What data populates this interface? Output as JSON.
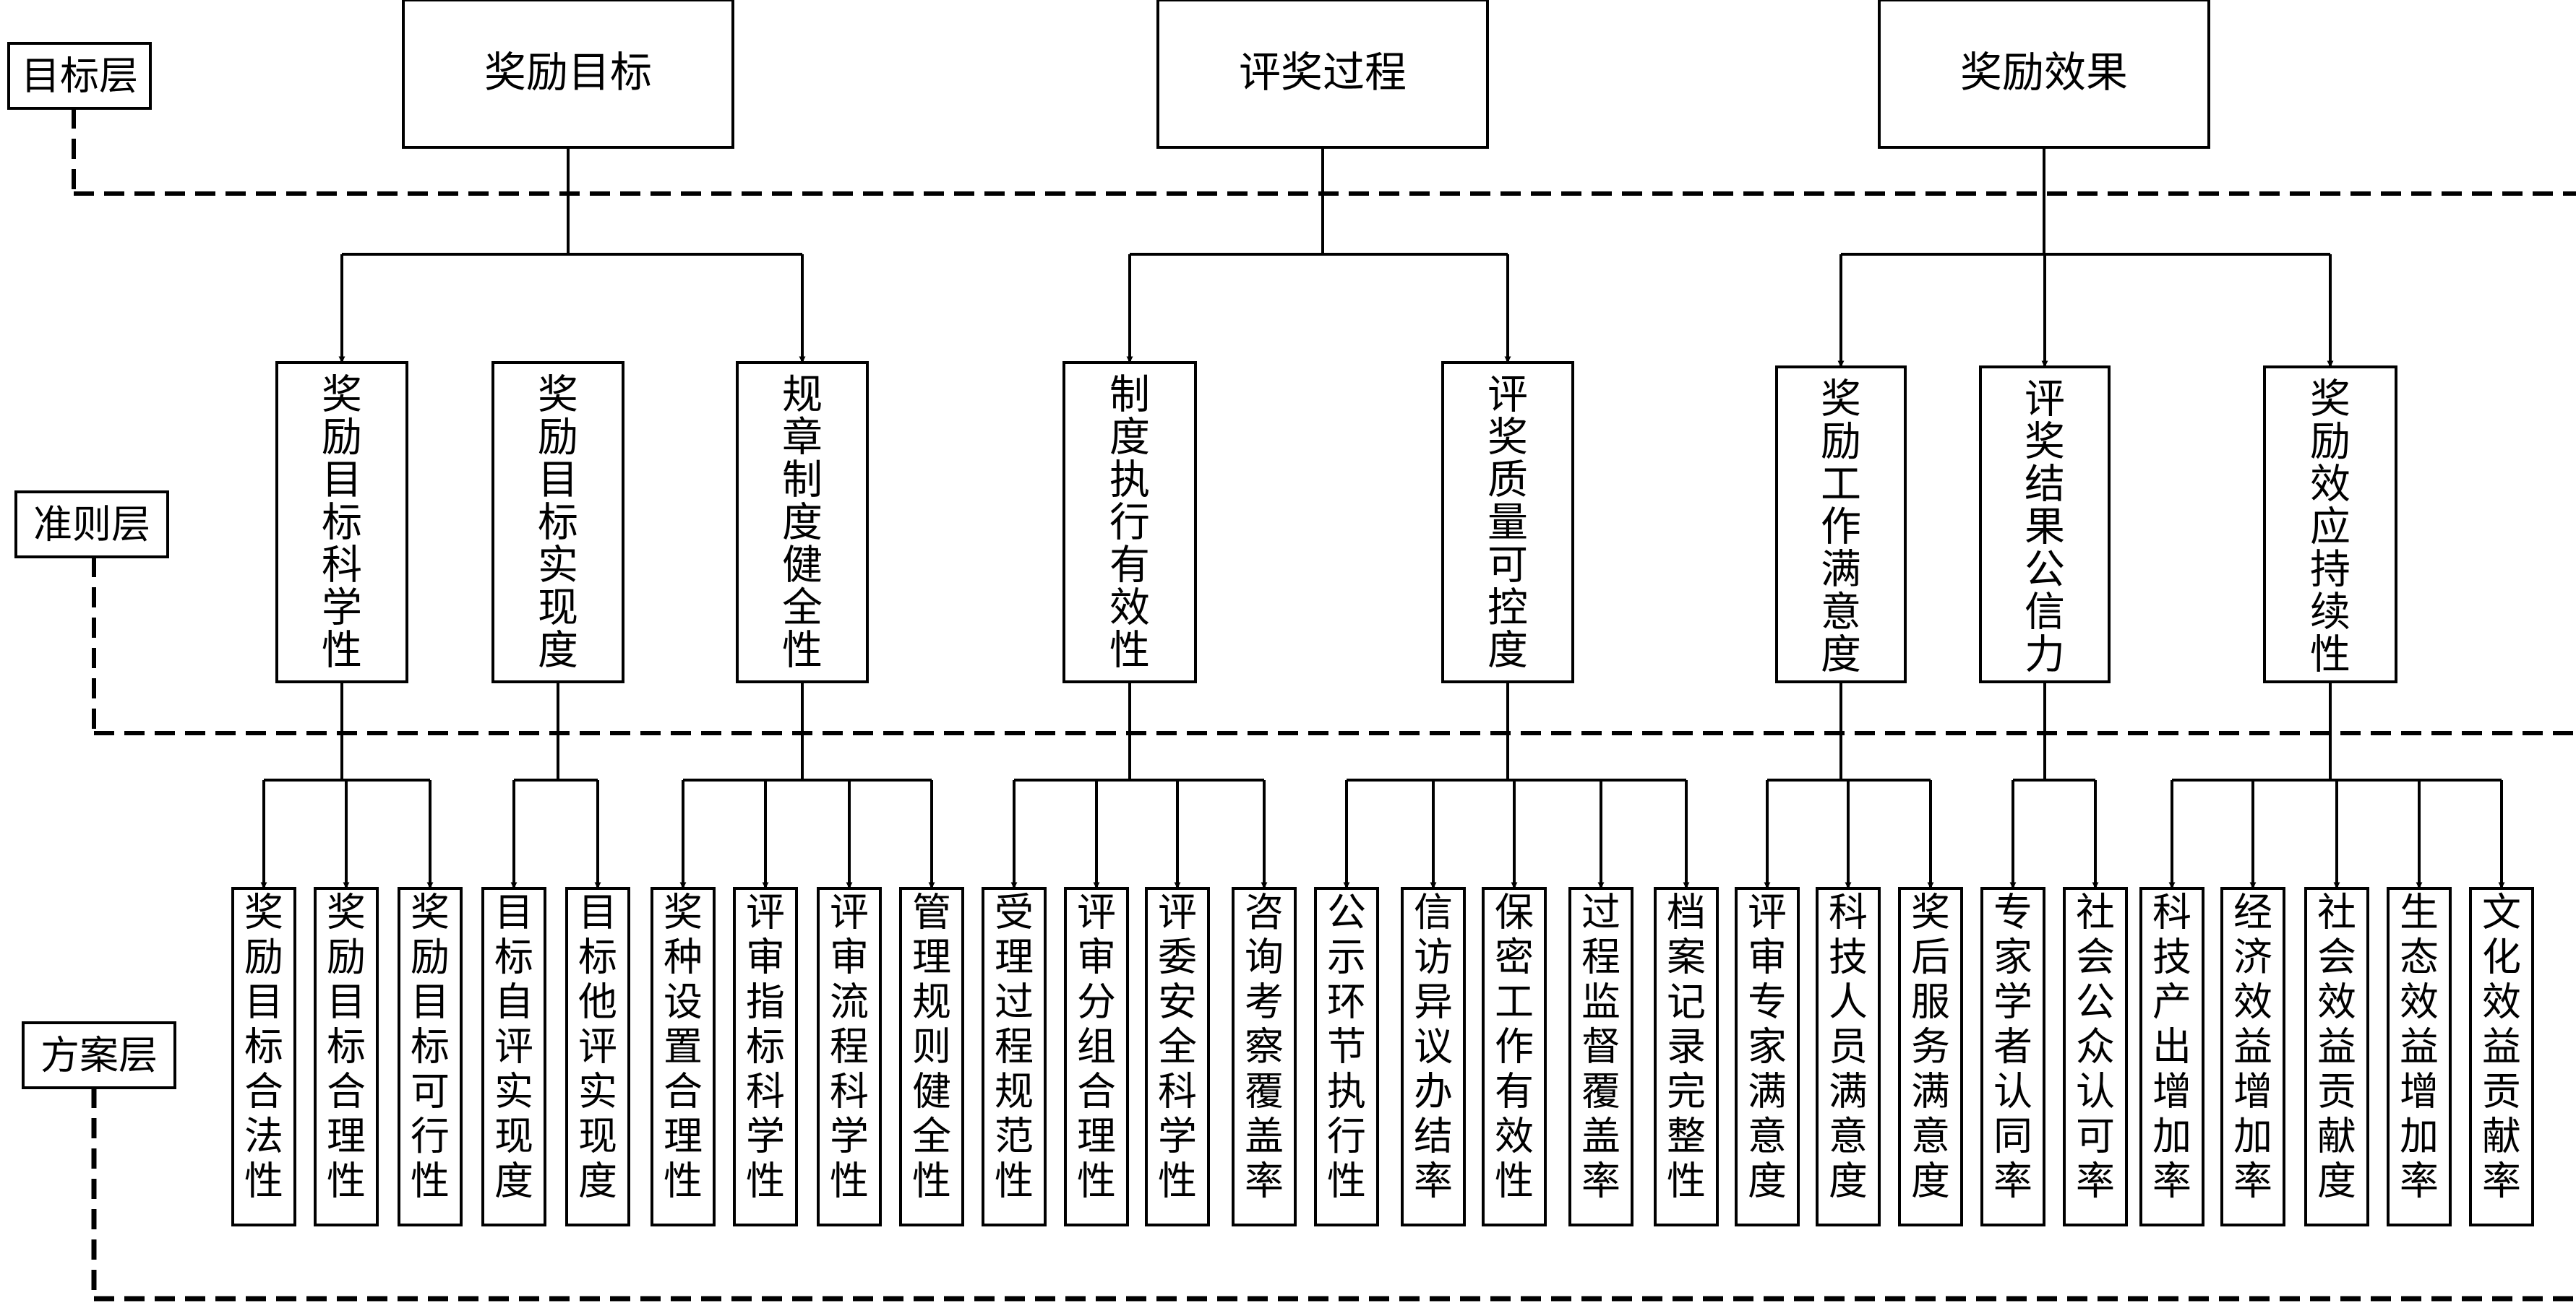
{
  "layers": {
    "goal": "目标层",
    "criteria": "准则层",
    "scheme": "方案层"
  },
  "goals": [
    "奖励目标",
    "评奖过程",
    "奖励效果"
  ],
  "criteria": [
    "奖励目标科学性",
    "奖励目标实现度",
    "规章制度健全性",
    "制度执行有效性",
    "评奖质量可控度",
    "奖励工作满意度",
    "评奖结果公信力",
    "奖励效应持续性"
  ],
  "schemes": [
    "奖励目标合法性",
    "奖励目标合理性",
    "奖励目标可行性",
    "目标自评实现度",
    "目标他评实现度",
    "奖种设置合理性",
    "评审指标科学性",
    "评审流程科学性",
    "管理规则健全性",
    "受理过程规范性",
    "评审分组合理性",
    "评委安全科学性",
    "咨询考察覆盖率",
    "公示环节执行性",
    "信访异议办结率",
    "保密工作有效性",
    "过程监督覆盖率",
    "档案记录完整性",
    "评审专家满意度",
    "科技人员满意度",
    "奖后服务满意度",
    "专家学者认同率",
    "社会公众认可率",
    "科技产出增加率",
    "经济效益增加率",
    "社会效益贡献度",
    "生态效益增加率",
    "文化效益贡献率"
  ],
  "colors": {
    "line": "#000000",
    "background": "#ffffff"
  }
}
